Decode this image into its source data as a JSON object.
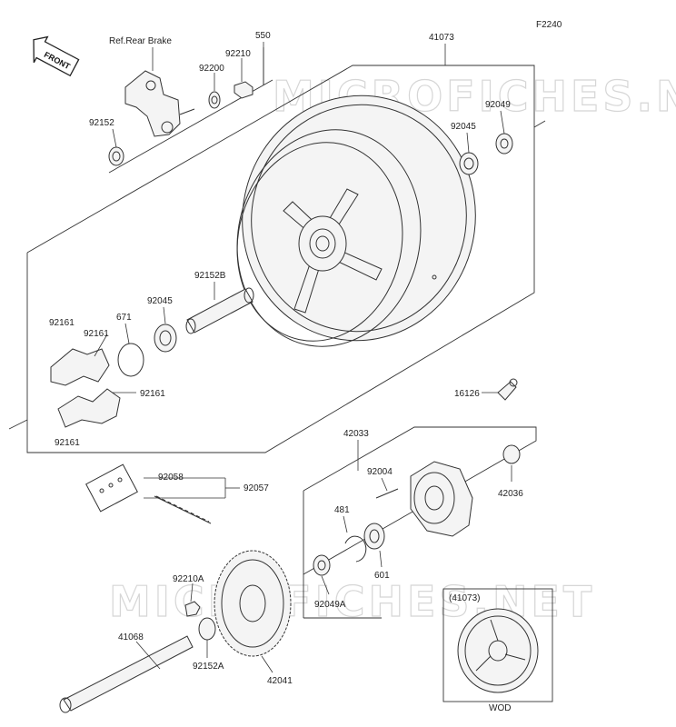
{
  "figure_code": "F2240",
  "watermark": "MICROFICHES.NET",
  "front_badge": "FRONT",
  "labels": {
    "ref_rear_brake": "Ref.Rear Brake",
    "p550": "550",
    "p41073": "41073",
    "p92210": "92210",
    "p92200": "92200",
    "p92152": "92152",
    "p92049": "92049",
    "p92045_top": "92045",
    "p92152B": "92152B",
    "p92045_mid": "92045",
    "p671": "671",
    "p92161_a": "92161",
    "p92161_b": "92161",
    "p92161_c": "92161",
    "p92161_d": "92161",
    "p16126": "16126",
    "p42033": "42033",
    "p92058": "92058",
    "p92057": "92057",
    "p92004": "92004",
    "p42036": "42036",
    "p481": "481",
    "p601": "601",
    "p92210A": "92210A",
    "p92049A": "92049A",
    "p41068": "41068",
    "p92152A": "92152A",
    "p42041": "42041",
    "inset_ref": "(41073)",
    "inset_note": "WOD"
  }
}
